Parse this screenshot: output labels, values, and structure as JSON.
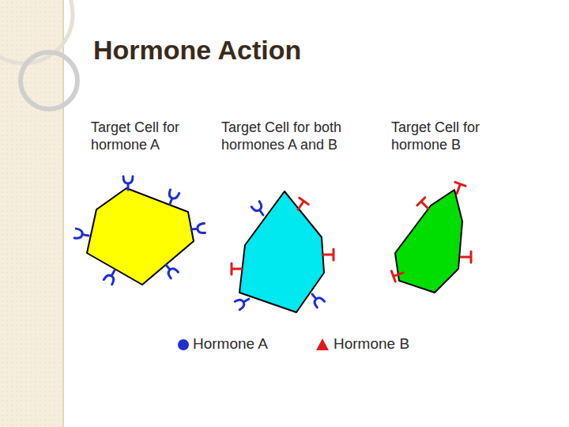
{
  "diagram": {
    "title": "Hormone Action",
    "nodes": [
      {
        "text": [
          "Target Cell for hormone A"
        ]
      },
      {
        "text": [
          "Target Cell for both hormones A and B"
        ]
      },
      {
        "text": [
          "Target Cell for hormone B"
        ]
      }
    ],
    "legend": [
      {
        "text": "Hormone A"
      },
      {
        "text": "Hormone B"
      }
    ]
  }
}
